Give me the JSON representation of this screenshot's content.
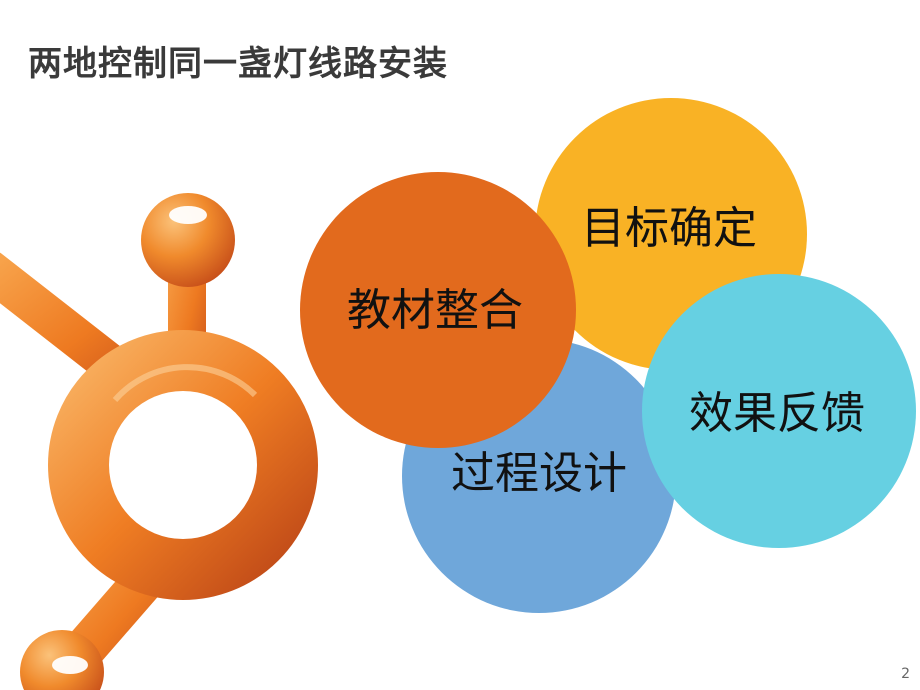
{
  "slide": {
    "title": "两地控制同一盏灯线路安装",
    "page_number": "2"
  },
  "circles": {
    "target": {
      "label": "目标确定",
      "color": "#F9B225"
    },
    "material": {
      "label": "教材整合",
      "color": "#E26A1D"
    },
    "process": {
      "label": "过程设计",
      "color": "#6FA7DA"
    },
    "feedback": {
      "label": "效果反馈",
      "color": "#66D0E2"
    }
  },
  "decoration": {
    "icon": "orange-molecule-graphic",
    "colors": {
      "light": "#F7A24A",
      "mid": "#EE7A21",
      "dark": "#C8501A"
    }
  }
}
